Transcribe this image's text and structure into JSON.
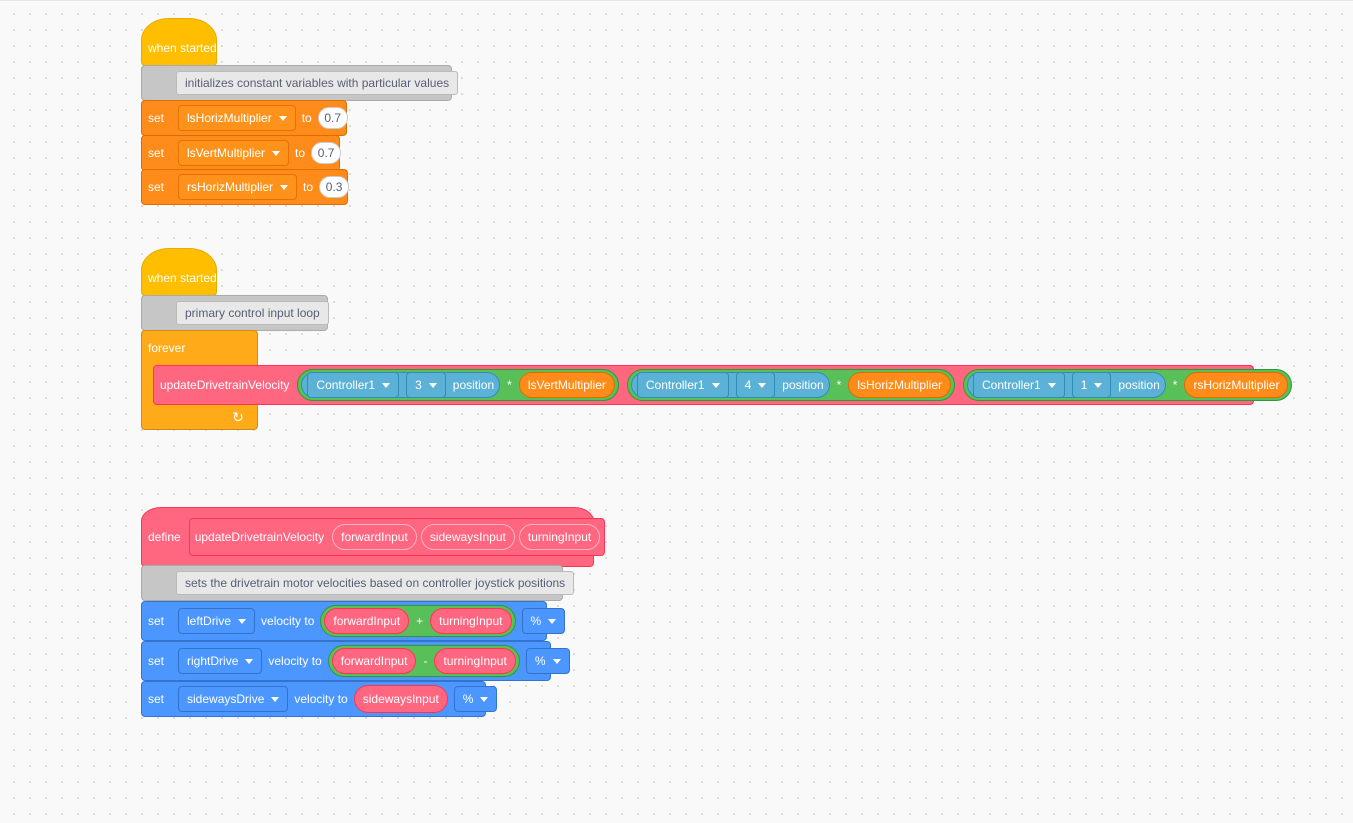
{
  "script1": {
    "hat": "when started",
    "comment": "initializes constant variables with particular values",
    "sets": [
      {
        "set": "set",
        "var": "lsHorizMultiplier",
        "to": "to",
        "value": "0.7"
      },
      {
        "set": "set",
        "var": "lsVertMultiplier",
        "to": "to",
        "value": "0.7"
      },
      {
        "set": "set",
        "var": "rsHorizMultiplier",
        "to": "to",
        "value": "0.3"
      }
    ]
  },
  "script2": {
    "hat": "when started",
    "comment": "primary control input loop",
    "forever": "forever",
    "call": {
      "name": "updateDrivetrainVelocity",
      "args": [
        {
          "controller": "Controller1",
          "axis": "3",
          "position": "position",
          "op": "*",
          "var": "lsVertMultiplier"
        },
        {
          "controller": "Controller1",
          "axis": "4",
          "position": "position",
          "op": "*",
          "var": "lsHorizMultiplier"
        },
        {
          "controller": "Controller1",
          "axis": "1",
          "position": "position",
          "op": "*",
          "var": "rsHorizMultiplier"
        }
      ]
    },
    "loop_icon": "↻"
  },
  "script3": {
    "define": "define",
    "proc_name": "updateDrivetrainVelocity",
    "params": [
      "forwardInput",
      "sidewaysInput",
      "turningInput"
    ],
    "comment": "sets the drivetrain motor velocities based on controller joystick positions",
    "motors": [
      {
        "set": "set",
        "motor": "leftDrive",
        "velocity_to": "velocity to",
        "a": "forwardInput",
        "op": "+",
        "b": "turningInput",
        "unit": "%"
      },
      {
        "set": "set",
        "motor": "rightDrive",
        "velocity_to": "velocity to",
        "a": "forwardInput",
        "op": "-",
        "b": "turningInput",
        "unit": "%"
      },
      {
        "set": "set",
        "motor": "sidewaysDrive",
        "velocity_to": "velocity to",
        "a": "sidewaysInput",
        "unit": "%"
      }
    ]
  },
  "colors": {
    "events": "#ffbf00",
    "control": "#ffab19",
    "variables": "#ff8c1a",
    "myblocks": "#ff6680",
    "motion": "#4c97ff",
    "sensing": "#5cb1d6",
    "operators": "#59c059",
    "comment": "#c6c6c6"
  }
}
